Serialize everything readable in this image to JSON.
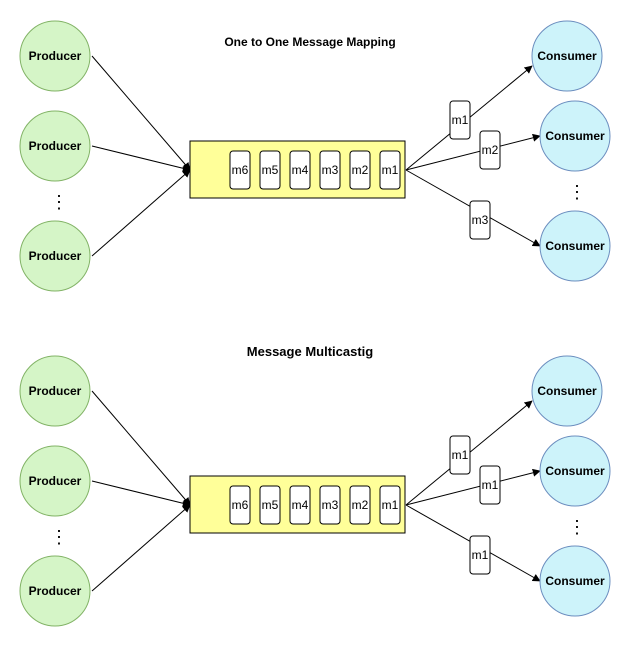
{
  "colors": {
    "producer_fill": "#d5f5c7",
    "producer_stroke": "#82b366",
    "consumer_fill": "#cdf3fa",
    "consumer_stroke": "#6c8ebf",
    "queue_fill": "#ffff99",
    "stroke": "#000000"
  },
  "diagram1": {
    "title": "One to One Message Mapping",
    "producers": [
      "Producer",
      "Producer",
      "Producer"
    ],
    "producer_ellipsis": "⋮",
    "queue": [
      "m6",
      "m5",
      "m4",
      "m3",
      "m2",
      "m1"
    ],
    "consumers": [
      "Consumer",
      "Consumer",
      "Consumer"
    ],
    "consumer_ellipsis": "⋮",
    "sent": [
      "m1",
      "m2",
      "m3"
    ]
  },
  "diagram2": {
    "title": "Message Multicastig",
    "producers": [
      "Producer",
      "Producer",
      "Producer"
    ],
    "producer_ellipsis": "⋮",
    "queue": [
      "m6",
      "m5",
      "m4",
      "m3",
      "m2",
      "m1"
    ],
    "consumers": [
      "Consumer",
      "Consumer",
      "Consumer"
    ],
    "consumer_ellipsis": "⋮",
    "sent": [
      "m1",
      "m1",
      "m1"
    ]
  }
}
